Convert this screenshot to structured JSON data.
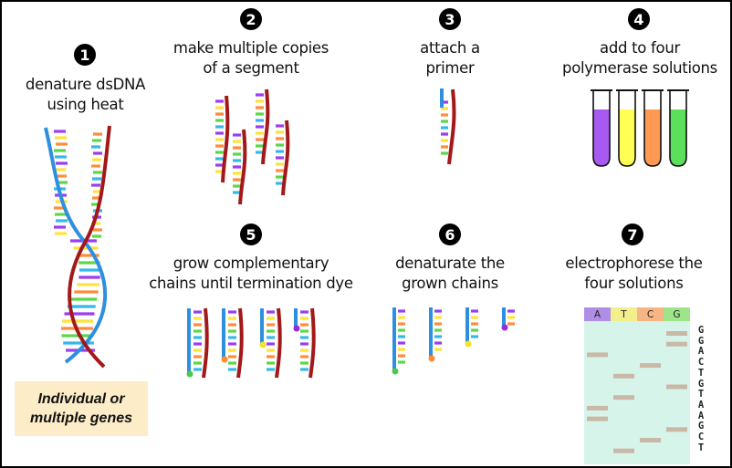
{
  "steps": [
    {
      "num": "1",
      "lines": [
        "denature dsDNA",
        "using heat"
      ]
    },
    {
      "num": "2",
      "lines": [
        "make multiple copies",
        "of a segment"
      ]
    },
    {
      "num": "3",
      "lines": [
        "attach a",
        "primer"
      ]
    },
    {
      "num": "4",
      "lines": [
        "add to four",
        "polymerase solutions"
      ]
    },
    {
      "num": "5",
      "lines": [
        "grow complementary",
        "chains until termination dye"
      ]
    },
    {
      "num": "6",
      "lines": [
        "denaturate the",
        "grown chains"
      ]
    },
    {
      "num": "7",
      "lines": [
        "electrophorese the",
        "four solutions"
      ]
    }
  ],
  "callout": [
    "Individual or",
    "multiple genes"
  ],
  "gel": {
    "lanes": [
      {
        "label": "A",
        "color": "#b08ee6"
      },
      {
        "label": "T",
        "color": "#f2ef8c"
      },
      {
        "label": "C",
        "color": "#f7b583"
      },
      {
        "label": "G",
        "color": "#9ee58a"
      }
    ],
    "sequence": [
      "G",
      "G",
      "A",
      "C",
      "T",
      "G",
      "T",
      "A",
      "A",
      "G",
      "C",
      "T"
    ]
  },
  "colors": {
    "strand_blue": "#2e8fe0",
    "strand_red": "#a31818",
    "tube_colors": [
      "#a65af0",
      "#ffff55",
      "#ff9a55",
      "#5ce05c"
    ],
    "gel_bg": "#d7f4ea",
    "band": "#c9b8a5",
    "dye_green": "#4cc94c",
    "dye_orange": "#ff8a30",
    "dye_yellow": "#f2e41e",
    "dye_purple": "#9a2ad6"
  }
}
